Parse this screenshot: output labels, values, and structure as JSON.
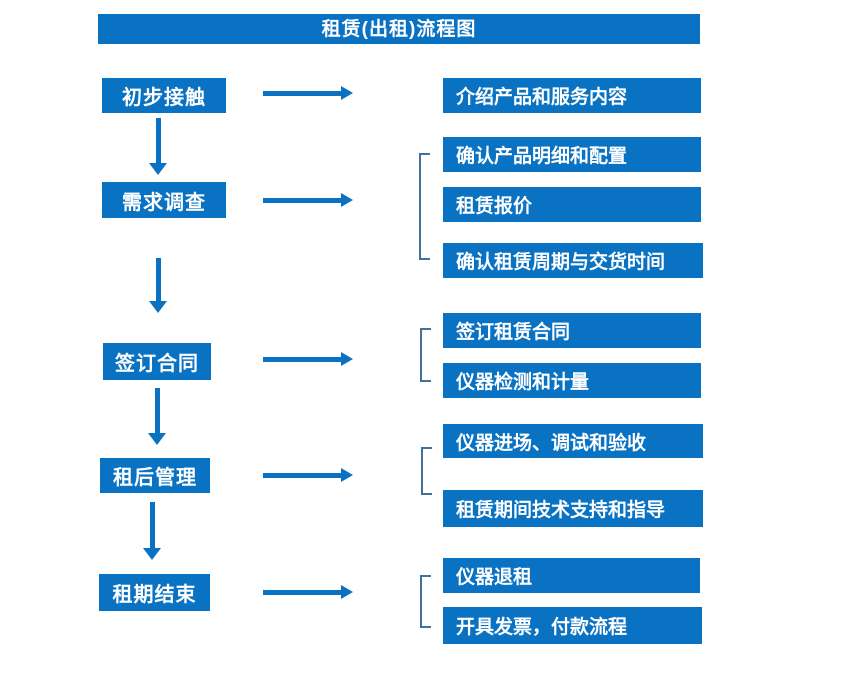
{
  "title": "租赁(出租)流程图",
  "colors": {
    "accent": "#0a72c2",
    "bracket_line": "#44719c",
    "text": "#ffffff",
    "background": "#ffffff"
  },
  "stages": [
    {
      "label": "初步接触"
    },
    {
      "label": "需求调查"
    },
    {
      "label": "签订合同"
    },
    {
      "label": "租后管理"
    },
    {
      "label": "租期结束"
    }
  ],
  "details": [
    {
      "items": [
        "介绍产品和服务内容"
      ]
    },
    {
      "items": [
        "确认产品明细和配置",
        "租赁报价",
        "确认租赁周期与交货时间"
      ]
    },
    {
      "items": [
        "签订租赁合同",
        "仪器检测和计量"
      ]
    },
    {
      "items": [
        "仪器进场、调试和验收",
        "租赁期间技术支持和指导"
      ]
    },
    {
      "items": [
        "仪器退租",
        "开具发票，付款流程"
      ]
    }
  ]
}
